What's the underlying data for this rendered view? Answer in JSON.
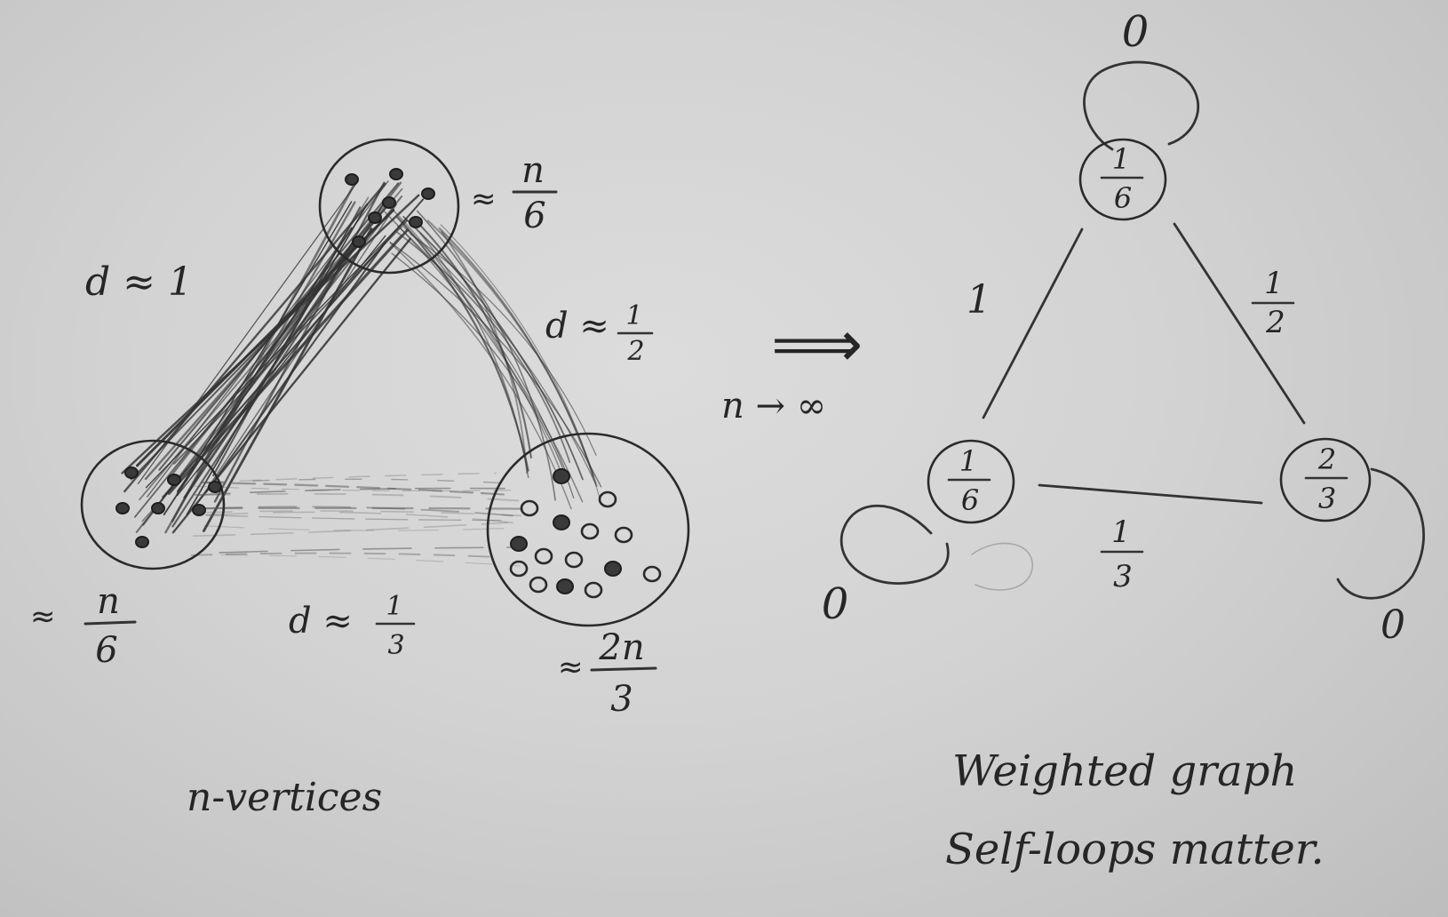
{
  "left_diagram": {
    "top_cluster_size": "≈ n/6",
    "top_cluster_size_num": "n",
    "top_cluster_size_den": "6",
    "left_cluster_size_num": "n",
    "left_cluster_size_den": "6",
    "right_cluster_size_num": "2n",
    "right_cluster_size_den": "3",
    "approx_symbol": "≈",
    "edge_top_left": "d ≈ 1",
    "edge_top_right_prefix": "d ≈",
    "edge_top_right_num": "1",
    "edge_top_right_den": "2",
    "edge_bottom_prefix": "d ≈",
    "edge_bottom_num": "1",
    "edge_bottom_den": "3",
    "caption": "n-vertices"
  },
  "transition": {
    "arrow": "⟹",
    "limit": "n → ∞"
  },
  "right_diagram": {
    "top_node_num": "1",
    "top_node_den": "6",
    "left_node_num": "1",
    "left_node_den": "6",
    "right_node_num": "2",
    "right_node_den": "3",
    "edge_top_left": "1",
    "edge_top_right_num": "1",
    "edge_top_right_den": "2",
    "edge_bottom_num": "1",
    "edge_bottom_den": "3",
    "loop_top_weight": "0",
    "loop_left_weight": "0",
    "loop_right_weight": "0"
  },
  "notes": {
    "line1": "Weighted graph",
    "line2": "Self-loops matter."
  },
  "colors": {
    "ink": "#262626",
    "paper": "#d3d3d3"
  }
}
